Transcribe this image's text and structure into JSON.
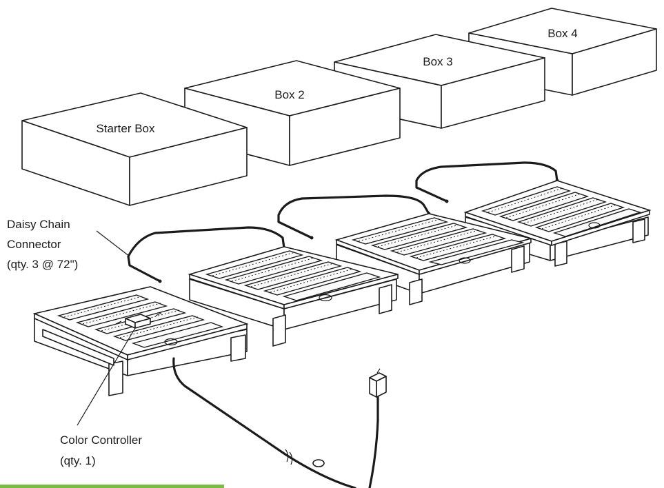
{
  "boxes": [
    {
      "id": "starter",
      "label": "Starter Box"
    },
    {
      "id": "box2",
      "label": "Box 2"
    },
    {
      "id": "box3",
      "label": "Box 3"
    },
    {
      "id": "box4",
      "label": "Box 4"
    }
  ],
  "callouts": {
    "daisy_chain": {
      "line1": "Daisy Chain",
      "line2": "Connector",
      "line3": "(qty. 3 @ 72\")"
    },
    "color_controller": {
      "line1": "Color Controller",
      "line2": "(qty. 1)"
    }
  },
  "colors": {
    "ink": "#1b1b1b",
    "footer_bar": "#7cbb43"
  }
}
